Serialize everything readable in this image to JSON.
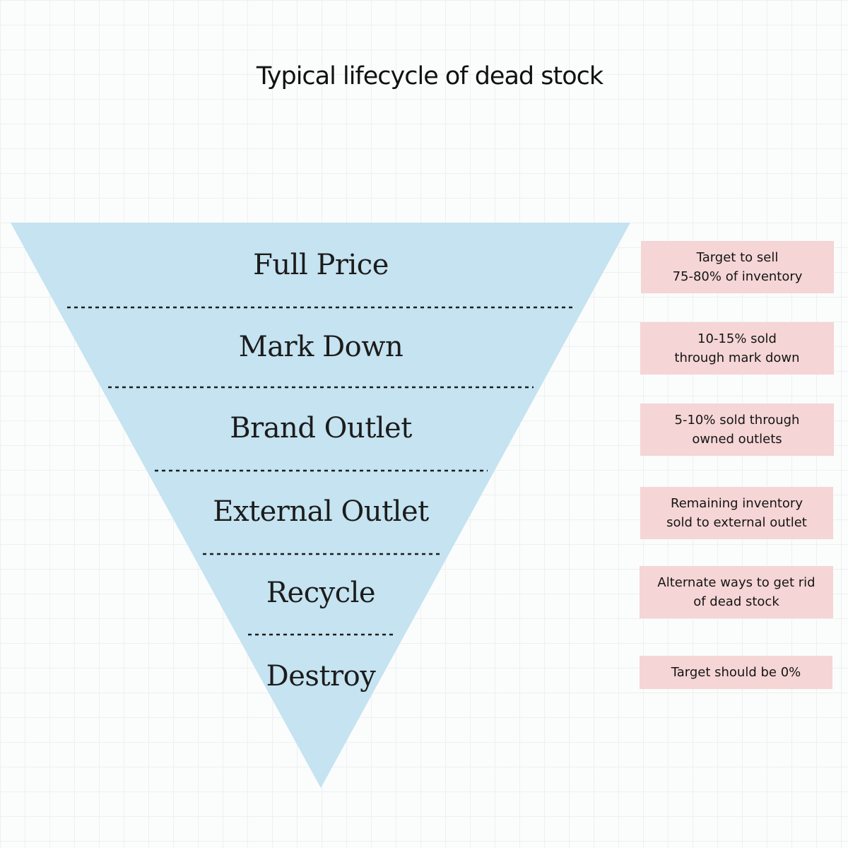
{
  "title": "Typical lifecycle of dead stock",
  "colors": {
    "funnel_fill": "#c5e3f0",
    "note_fill": "#f5d5d5",
    "divider": "#1c1c1c"
  },
  "stages": [
    {
      "label": "Full Price",
      "note": "Target to sell\n75-80% of inventory"
    },
    {
      "label": "Mark Down",
      "note": "10-15%  sold\nthrough mark down"
    },
    {
      "label": "Brand Outlet",
      "note": "5-10% sold through\nowned outlets"
    },
    {
      "label": "External Outlet",
      "note": "Remaining inventory\nsold to external outlet"
    },
    {
      "label": "Recycle",
      "note": "Alternate ways to get rid\nof dead stock"
    },
    {
      "label": "Destroy",
      "note": "Target should be 0%"
    }
  ]
}
